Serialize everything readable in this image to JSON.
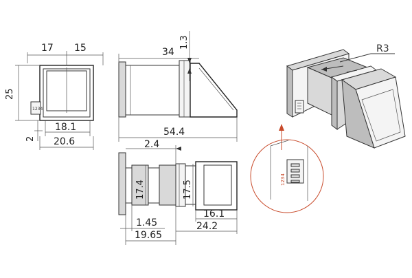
{
  "front_view": {
    "top_dims": [
      "17",
      "15"
    ],
    "height": "25",
    "bottom_offset": "2",
    "inner_width": "18.1",
    "total_width": "20.6",
    "connector_label": "1234"
  },
  "side_view": {
    "top_length": "34",
    "top_thickness": "1.3",
    "total_length": "54.4"
  },
  "top_view": {
    "offset": "2.4",
    "left_height": "17.4",
    "right_height": "17.5",
    "lens_length": "16.1",
    "flange": "1.45",
    "body_length": "19.65",
    "rear_length": "24.2"
  },
  "iso_view": {
    "radius_label": "R3",
    "pin_label": "1234"
  },
  "colors": {
    "line": "#333333",
    "accent": "#c84a2a",
    "fill": "#d9d9d9"
  }
}
